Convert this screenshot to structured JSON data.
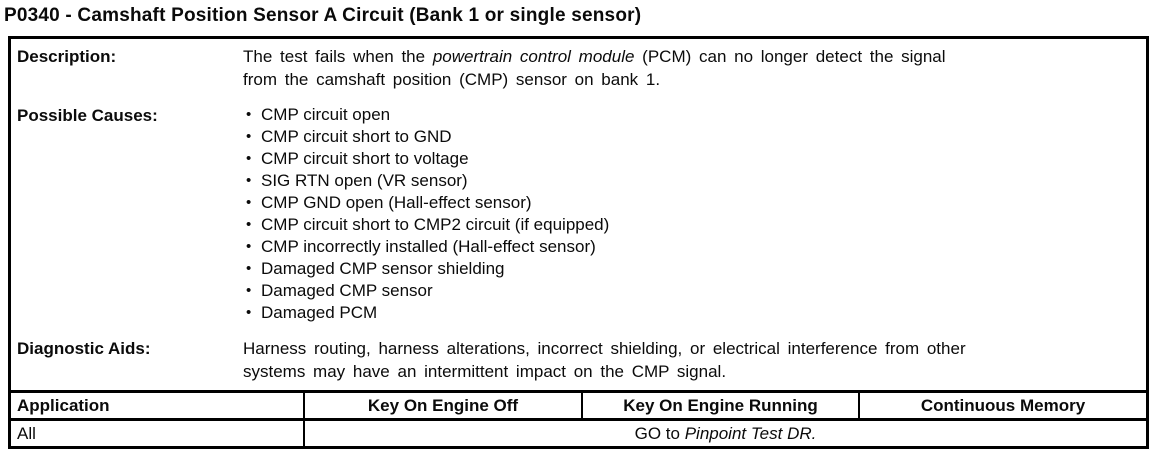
{
  "page": {
    "title": "P0340 - Camshaft Position Sensor A Circuit (Bank 1 or single sensor)"
  },
  "info": {
    "description": {
      "label": "Description:",
      "text_start": "The test fails when the ",
      "text_italic": "powertrain control module",
      "text_end": " (PCM) can no longer detect the signal\nfrom the camshaft position (CMP) sensor on bank 1."
    },
    "possible_causes": {
      "label": "Possible Causes:",
      "items": [
        "CMP circuit open",
        "CMP circuit short to GND",
        "CMP circuit short to voltage",
        "SIG RTN open (VR sensor)",
        "CMP GND open (Hall-effect sensor)",
        "CMP circuit short to CMP2 circuit (if equipped)",
        "CMP incorrectly installed (Hall-effect sensor)",
        "Damaged CMP sensor shielding",
        "Damaged CMP sensor",
        "Damaged PCM"
      ]
    },
    "diagnostic_aids": {
      "label": "Diagnostic Aids:",
      "text": "Harness routing, harness alterations, incorrect shielding, or electrical interference from other\nsystems may have an intermittent impact on the CMP signal."
    }
  },
  "matrix": {
    "headers": [
      "Application",
      "Key On Engine Off",
      "Key On Engine Running",
      "Continuous Memory"
    ],
    "row": {
      "application": "All",
      "action_prefix": "GO to ",
      "action_italic": "Pinpoint Test DR."
    }
  },
  "colors": {
    "ink": "#0b0b0b",
    "border": "#000000",
    "paper": "#ffffff"
  }
}
